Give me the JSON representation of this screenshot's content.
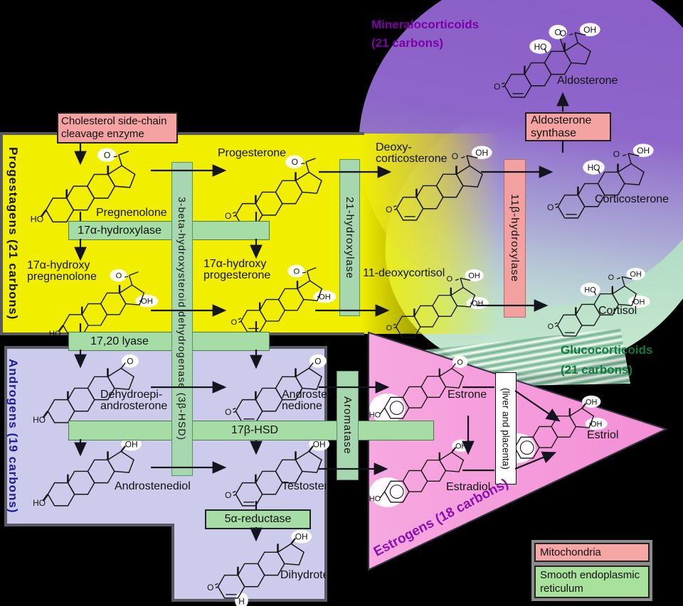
{
  "regions": {
    "progestagens": {
      "label": "Progestagens (21 carbons)"
    },
    "androgens": {
      "label": "Androgens (19 carbons)"
    },
    "estrogens": {
      "label": "Estrogens (18 carbons)"
    },
    "mineralocorticoids": {
      "line1": "Mineralocorticoids",
      "line2": "(21 carbons)"
    },
    "glucocorticoids": {
      "line1": "Glucocorticoids",
      "line2": "(21 carbons)"
    }
  },
  "molecules": {
    "pregnenolone": "Pregnenolone",
    "progesterone": "Progesterone",
    "deoxycorticosterone": {
      "line1": "Deoxy-",
      "line2": "corticosterone"
    },
    "corticosterone": "Corticosterone",
    "aldosterone": "Aldosterone",
    "hydroxypregnenolone": {
      "line1": "17α-hydroxy",
      "line2": "pregnenolone"
    },
    "hydroxyprogesterone": {
      "line1": "17α-hydroxy",
      "line2": "progesterone"
    },
    "deoxycortisol": "11-deoxycortisol",
    "cortisol": "Cortisol",
    "dehydroepiandrosterone": {
      "line1": "Dehydroepi-",
      "line2": "androsterone"
    },
    "androstenedione": {
      "line1": "Androste-",
      "line2": "nedione"
    },
    "androstenediol": "Androstenediol",
    "testosterone": "Testosterone",
    "dihydrotestosterone": "Dihydrotestosterone",
    "estrone": "Estrone",
    "estradiol": "Estradiol",
    "estriol": "Estriol"
  },
  "enzymes": {
    "cholesterol_scc": {
      "line1": "Cholesterol side-chain",
      "line2": "cleavage enzyme"
    },
    "a17_hydroxylase": "17α-hydroxylase",
    "lyase_1720": "17,20 lyase",
    "hsd3b": "3-beta-hydroxysteroid dehydrogenase (3β-HSD)",
    "hydroxylase21": "21-hydroxylase",
    "hydroxylase11b": "11β-hydroxylase",
    "aldosterone_synthase": {
      "line1": "Aldosterone",
      "line2": "synthase"
    },
    "hsd17b": "17β-HSD",
    "reductase5a": "5α-reductase",
    "aromatase": "Aromatase",
    "liver_placenta": "(liver and placenta)"
  },
  "legend": {
    "mitochondria": "Mitochondria",
    "smooth_er_line1": "Smooth endoplasmic",
    "smooth_er_line2": "reticulum"
  },
  "annotations": {
    "hydroxyl": "OH",
    "hydroxy": "HO",
    "ketone": "O",
    "hydrogen": "H"
  },
  "colors": {
    "mitochondria_enzyme": "#f4a2a2",
    "ser_enzyme": "#a6dca6",
    "progestagens_bg": "#f2ee00",
    "androgens_bg": "#cccbec",
    "estrogens_bg": "#f59ddc",
    "mineralocorticoids_bg": "#8a5cc8",
    "glucocorticoids_bg": "#a9d8bf"
  }
}
